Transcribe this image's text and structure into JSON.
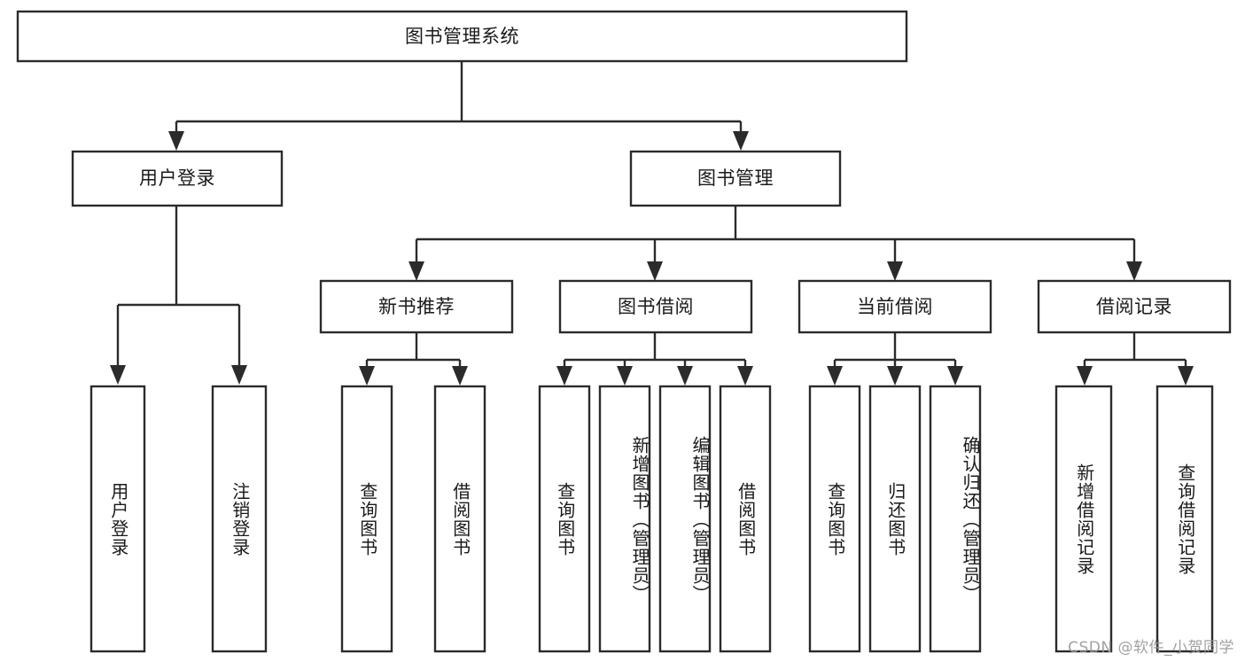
{
  "diagram": {
    "title": "图书管理系统",
    "watermark": "CSDN @软件_小贺同学",
    "colors": {
      "stroke": "#2b2b2b",
      "fill": "#ffffff",
      "text": "#1a1a1a",
      "watermark": "#9a9a9a"
    },
    "root": {
      "label": "图书管理系统"
    },
    "level2": [
      {
        "label": "用户登录"
      },
      {
        "label": "图书管理"
      }
    ],
    "level3": [
      {
        "label": "新书推荐"
      },
      {
        "label": "图书借阅"
      },
      {
        "label": "当前借阅"
      },
      {
        "label": "借阅记录"
      }
    ],
    "leaves": {
      "user_login": [
        {
          "label": "用户登录"
        },
        {
          "label": "注销登录"
        }
      ],
      "new_book_recommend": [
        {
          "label": "查询图书"
        },
        {
          "label": "借阅图书"
        }
      ],
      "book_borrow": [
        {
          "label": "查询图书"
        },
        {
          "label": "新增图书（管理员）"
        },
        {
          "label": "编辑图书（管理员）"
        },
        {
          "label": "借阅图书"
        }
      ],
      "current_borrow": [
        {
          "label": "查询图书"
        },
        {
          "label": "归还图书"
        },
        {
          "label": "确认归还（管理员）"
        }
      ],
      "borrow_record": [
        {
          "label": "新增借阅记录"
        },
        {
          "label": "查询借阅记录"
        }
      ]
    }
  }
}
